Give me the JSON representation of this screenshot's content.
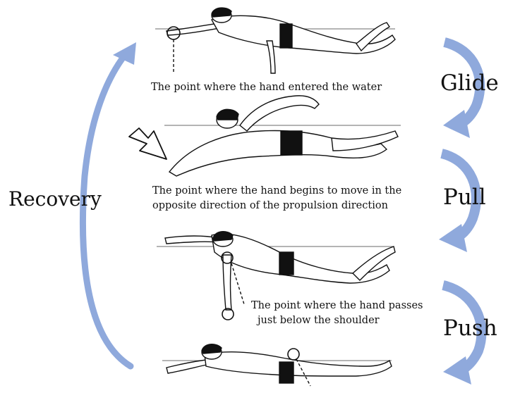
{
  "colors": {
    "arrow": "#8fa9dc",
    "ink": "#111111",
    "water": "#888888",
    "trunks": "#111111"
  },
  "phases": {
    "glide": "Glide",
    "pull": "Pull",
    "push": "Push",
    "recovery": "Recovery"
  },
  "captions": {
    "entry": "The point where the hand entered the water",
    "reverse_line1": "The point where the hand begins to move in the",
    "reverse_line2": "opposite direction of the propulsion direction",
    "shoulder_line1": "The point where the hand passes",
    "shoulder_line2": "just below the shoulder"
  },
  "icons": [
    "curved-arrow-icon",
    "hollow-pointer-arrow-icon",
    "swimmer-figure",
    "hand-point-circle-icon"
  ]
}
